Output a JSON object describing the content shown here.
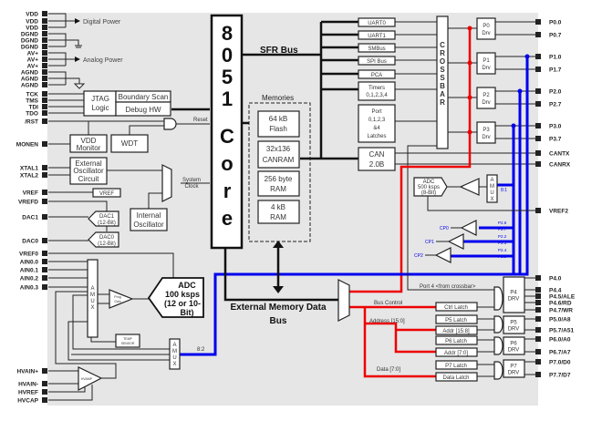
{
  "left_pins": [
    "VDD",
    "VDD",
    "VDD",
    "DGND",
    "DGND",
    "DGND",
    "AV+",
    "AV+",
    "AV+",
    "AGND",
    "AGND",
    "AGND",
    "TCK",
    "TMS",
    "TDI",
    "TDO",
    "/RST",
    "MONEN",
    "XTAL1",
    "XTAL2",
    "VREF",
    "VREFD",
    "DAC1",
    "DAC0",
    "VREF0",
    "AIN0.0",
    "AIN0.1",
    "AIN0.2",
    "AIN0.3",
    "HVAIN+",
    "HVAIN-",
    "HVREF",
    "HVCAP"
  ],
  "right_pins": [
    "P0.0",
    "P0.7",
    "P1.0",
    "P1.7",
    "P2.0",
    "P2.7",
    "P3.0",
    "P3.7",
    "CANTX",
    "CANRX",
    "VREF2",
    "P4.0",
    "P4.4",
    "P4.5/ALE",
    "P4.6/RD",
    "P4.7/WR",
    "P5.0/A8",
    "P5.7/A51",
    "P6.0/A0",
    "P6.7/A7",
    "P7.0/D0",
    "P7.7/D7"
  ],
  "power": {
    "digital": "Digital Power",
    "analog": "Analog Power"
  },
  "jtag": {
    "logic1": "JTAG",
    "logic2": "Logic",
    "boundary": "Boundary Scan",
    "debug": "Debug HW"
  },
  "reset": "Reset",
  "vdd_monitor": {
    "line1": "VDD",
    "line2": "Monitor"
  },
  "wdt": "WDT",
  "ext_osc": {
    "line1": "External",
    "line2": "Oscillator",
    "line3": "Circuit"
  },
  "system_clock": {
    "line1": "System",
    "line2": "Clock"
  },
  "vref_box": "VREF",
  "dac1": {
    "line1": "DAC1",
    "line2": "(12-Bit)"
  },
  "dac0": {
    "line1": "DAC0",
    "line2": "(12-Bit)"
  },
  "int_osc": {
    "line1": "Internal",
    "line2": "Oscillator"
  },
  "core": [
    "8",
    "0",
    "5",
    "1",
    "C",
    "o",
    "r",
    "e"
  ],
  "sfr_bus": "SFR Bus",
  "memories": {
    "title": "Memories",
    "flash": [
      "64 kB",
      "Flash"
    ],
    "canram": [
      "32x136",
      "CANRAM"
    ],
    "ram": [
      "256 byte",
      "RAM"
    ],
    "xram": [
      "4 kB",
      "RAM"
    ]
  },
  "peripherals": {
    "uart0": "UART0",
    "uart1": "UART1",
    "smbus": "SMBus",
    "spi": "SPI Bus",
    "pca": "PCA",
    "timers": [
      "Timers",
      "0,1,2,3,4"
    ],
    "port_latches": [
      "Port",
      "0,1,2,3",
      "&4",
      "Latches"
    ],
    "can": [
      "CAN",
      "2.0B"
    ]
  },
  "crossbar": [
    "C",
    "R",
    "O",
    "S",
    "S",
    "B",
    "A",
    "R"
  ],
  "drivers": [
    [
      "P0",
      "Drv"
    ],
    [
      "P1",
      "Drv"
    ],
    [
      "P2",
      "Drv"
    ],
    [
      "P3",
      "Drv"
    ]
  ],
  "adc500": [
    "ADC",
    "500 ksps",
    "(8-Bit)"
  ],
  "prog_gain": [
    "Prog",
    "Gain"
  ],
  "amux_letters": [
    "A",
    "M",
    "U",
    "X"
  ],
  "amux_right_ratio": "8:1",
  "comparators": {
    "cp0": "CP0",
    "cp1": "CP1",
    "cp2": "CP2",
    "inputs": [
      "P2.6",
      "P2.7",
      "P2.2",
      "P2.3",
      "P2.4",
      "P2.5"
    ]
  },
  "adc100": [
    "ADC",
    "100 ksps",
    "(12 or 10-",
    "Bit)"
  ],
  "temp_sensor": [
    "TEMP",
    "SENSOR"
  ],
  "amux_bottom_ratio": "8:2",
  "hvamp": "HVAMP",
  "ext_mem_bus": [
    "External Memory Data",
    "Bus"
  ],
  "port4_from_crossbar": "Port 4 <from crossbar>",
  "bus_control": "Bus Control",
  "address": "Address [15:0]",
  "data": "Data [7:0]",
  "latches": [
    "Ctrl Latch",
    "P5 Latch",
    "Addr [15:8]",
    "P6 Latch",
    "Addr [7:0]",
    "P7 Latch",
    "Data Latch"
  ],
  "port_drv": [
    [
      "P4",
      "DRV"
    ],
    [
      "P5",
      "DRV"
    ],
    [
      "P6",
      "DRV"
    ],
    [
      "P7",
      "DRV"
    ]
  ],
  "colors": {
    "background": "#e6e6e6",
    "address_data_bus": "#e00000",
    "analog_bus": "#0000e0"
  }
}
